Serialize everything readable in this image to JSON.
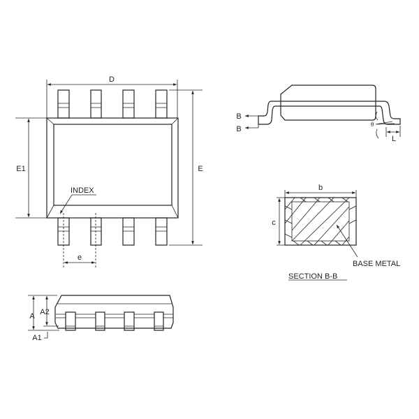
{
  "top_view": {
    "D": "D",
    "E": "E",
    "E1": "E1",
    "index": "INDEX",
    "e": "e"
  },
  "side_view": {
    "B_upper": "B",
    "B_lower": "B",
    "theta": "θ",
    "L": "L"
  },
  "section": {
    "b": "b",
    "c": "c",
    "base_metal": "BASE METAL",
    "title": "SECTION B-B"
  },
  "front_view": {
    "A": "A",
    "A1": "A1",
    "A2": "A2"
  }
}
